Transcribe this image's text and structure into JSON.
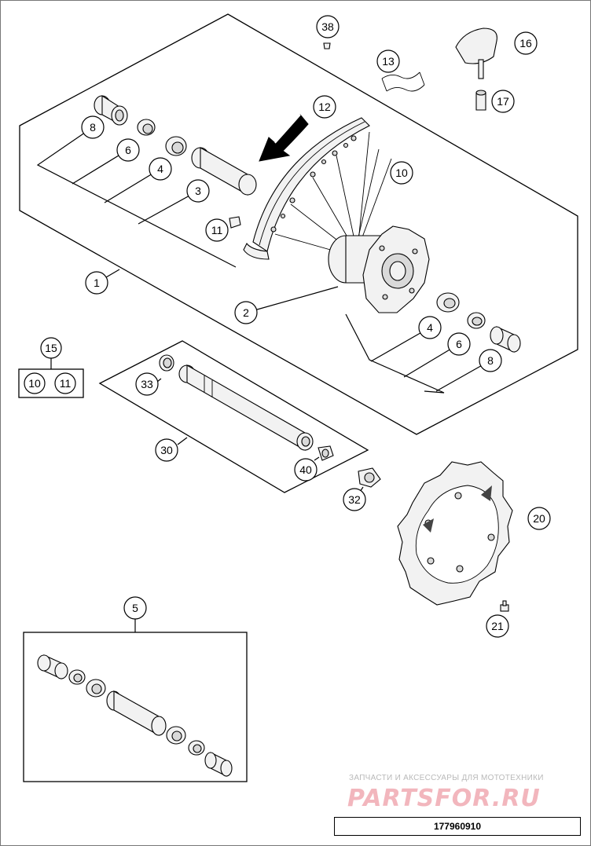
{
  "diagram": {
    "drawing_number": "177960910",
    "watermark": {
      "tagline": "ЗАПЧАСТИ И АКСЕССУАРЫ ДЛЯ МОТОТЕХНИКИ",
      "brand": "PARTSFOR.RU"
    },
    "callouts": {
      "c1": "1",
      "c2": "2",
      "c3": "3",
      "c4a": "4",
      "c4b": "4",
      "c5": "5",
      "c6a": "6",
      "c6b": "6",
      "c8a": "8",
      "c8b": "8",
      "c10a": "10",
      "c10b": "10",
      "c11a": "11",
      "c11b": "11",
      "c12": "12",
      "c13": "13",
      "c15": "15",
      "c16": "16",
      "c17": "17",
      "c20": "20",
      "c21": "21",
      "c30": "30",
      "c32": "32",
      "c33": "33",
      "c38": "38",
      "c40": "40"
    }
  }
}
